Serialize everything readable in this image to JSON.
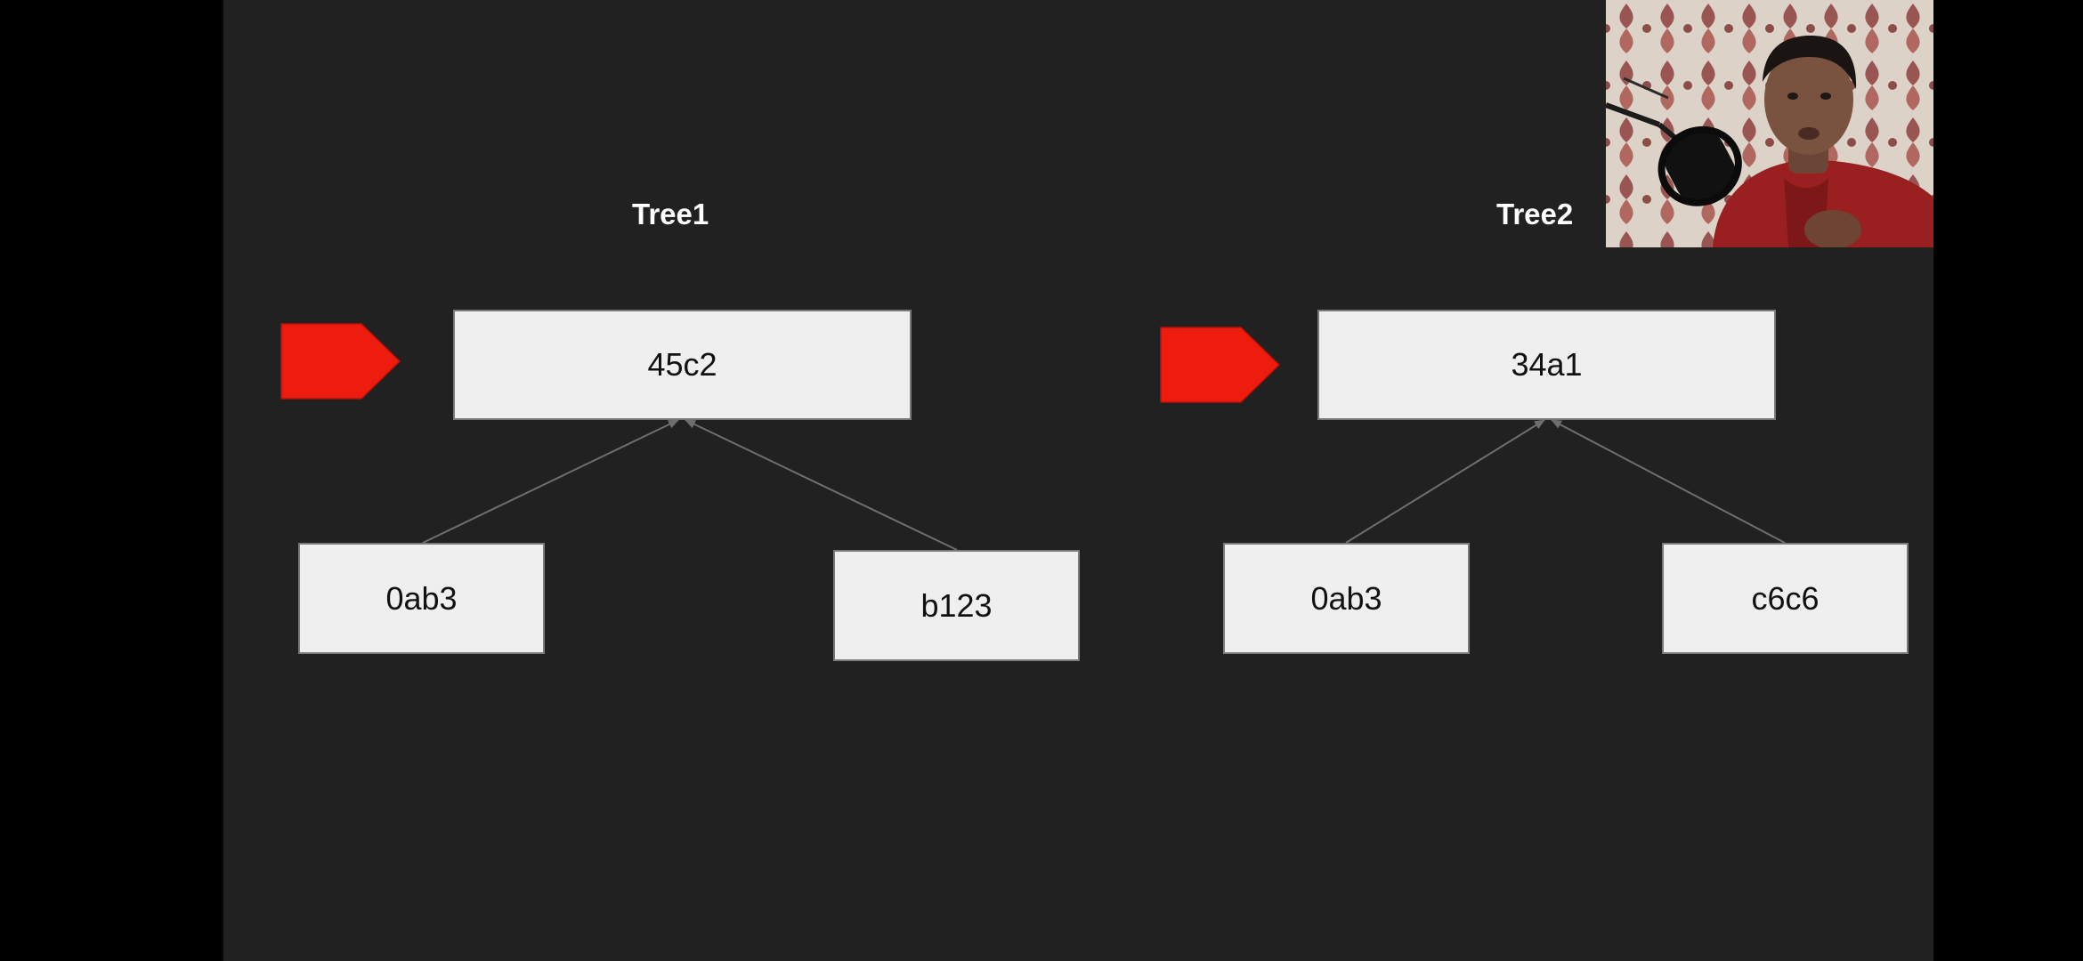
{
  "trees": [
    {
      "title": "Tree1",
      "root": "45c2",
      "children": [
        "0ab3",
        "b123"
      ]
    },
    {
      "title": "Tree2",
      "root": "34a1",
      "children": [
        "0ab3",
        "c6c6"
      ]
    }
  ],
  "colors": {
    "background": "#212121",
    "node_fill": "#efefef",
    "pointer": "#ee1c0e",
    "edge": "#6e6e6e"
  },
  "pointer_icon": "red-arrow-pentagon"
}
